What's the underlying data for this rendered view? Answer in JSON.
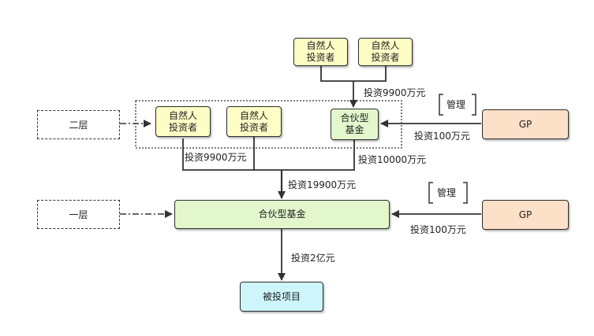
{
  "layer_labels": {
    "layer2": "二层",
    "layer1": "一层"
  },
  "nodes": {
    "top_investor_a": "自然人\n投资者",
    "top_investor_b": "自然人\n投资者",
    "mid_investor_a": "自然人\n投资者",
    "mid_investor_b": "自然人\n投资者",
    "mid_fund": "合伙型\n基金",
    "gp_top": "GP",
    "main_fund": "合伙型基金",
    "gp_bottom": "GP",
    "target": "被投项目"
  },
  "edge_labels": {
    "top_invest": "投资9900万元",
    "gp_top_invest": "投资100万元",
    "mid_investors_invest": "投资9900万元",
    "mid_fund_invest": "投资10000万元",
    "combined_invest": "投资19900万元",
    "gp_bottom_invest": "投资100万元",
    "fund_to_target": "投资2亿元"
  },
  "annotations": {
    "manage_top": "管理",
    "manage_bottom": "管理"
  }
}
